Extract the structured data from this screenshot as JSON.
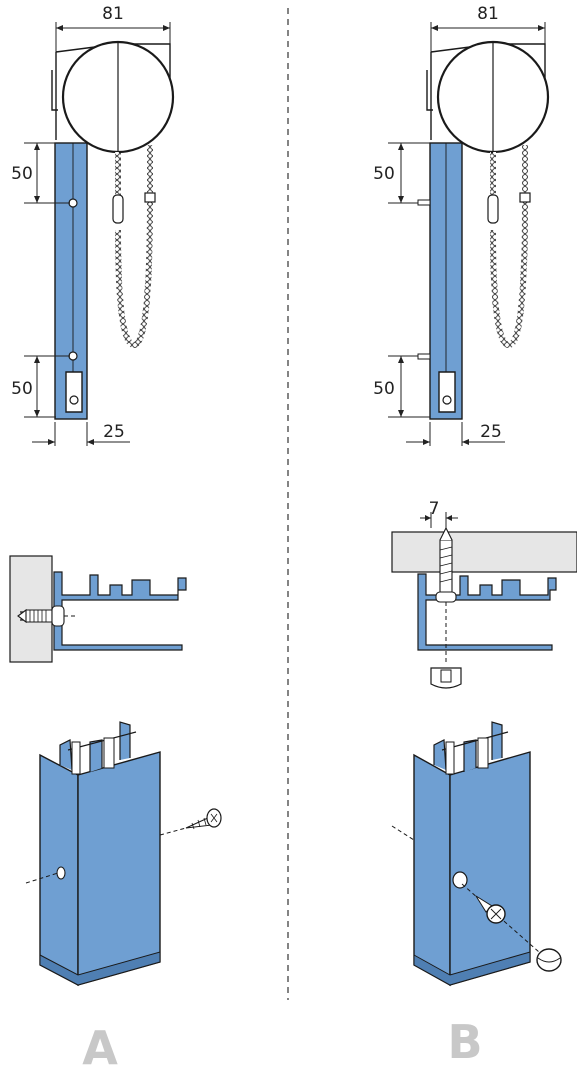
{
  "colors": {
    "profile": "#6f9fd2",
    "profile_dark": "#4f7fb3",
    "profile_side": "#86b3e0",
    "outline": "#1a1a1a",
    "wall": "#e6e6e6",
    "label": "#c8c8c8"
  },
  "panel_a": {
    "label": "A",
    "dim_top": "81",
    "dim_upper": "50",
    "dim_lower": "50",
    "dim_width": "25"
  },
  "panel_b": {
    "label": "B",
    "dim_top": "81",
    "dim_upper": "50",
    "dim_lower": "50",
    "dim_width": "25",
    "dim_offset": "7"
  }
}
